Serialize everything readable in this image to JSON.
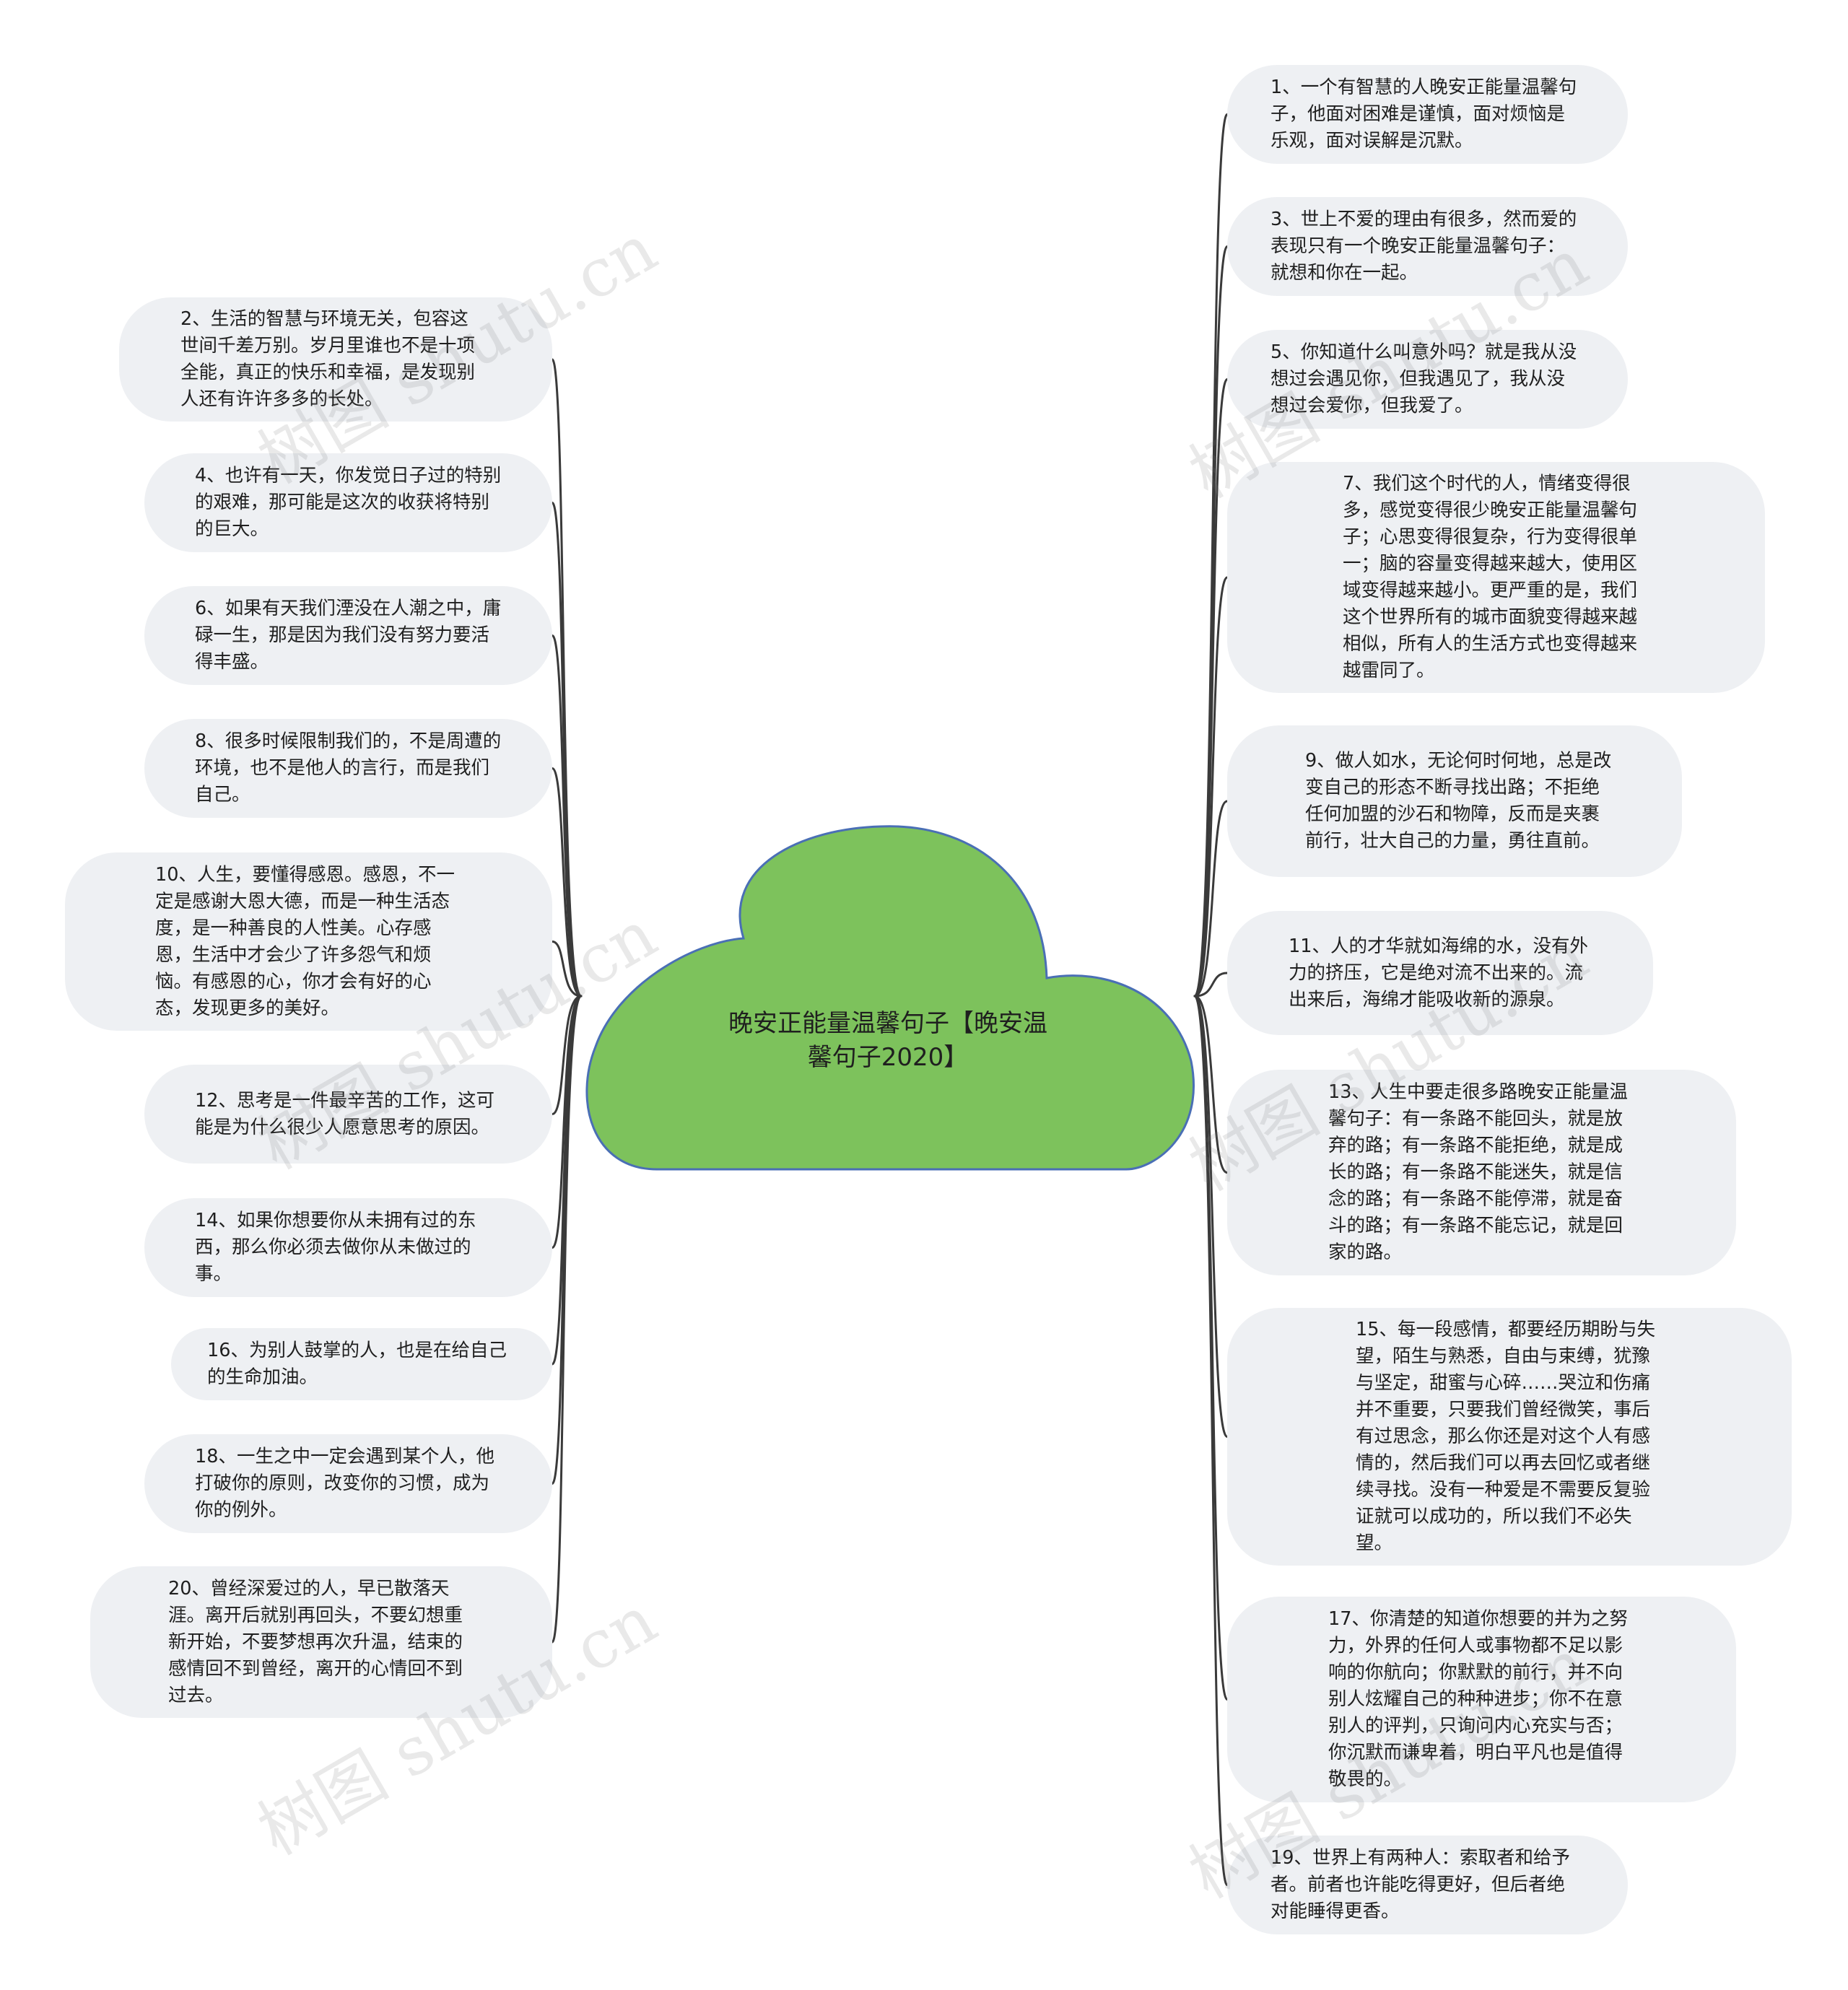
{
  "center": {
    "title": "晚安正能量温馨句子【晚安温馨句子2020】",
    "fill": "#7dc25c",
    "stroke": "#4a6fb5"
  },
  "colors": {
    "node_bg": "#eef0f3",
    "line": "#3a3a3a"
  },
  "watermark": "树图 shutu.cn",
  "left_nodes": [
    {
      "id": "n2",
      "text": "2、生活的智慧与环境无关，包容这世间千差万别。岁月里谁也不是十项全能，真正的快乐和幸福，是发现别人还有许许多多的长处。"
    },
    {
      "id": "n4",
      "text": "4、也许有一天，你发觉日子过的特别的艰难，那可能是这次的收获将特别的巨大。"
    },
    {
      "id": "n6",
      "text": "6、如果有天我们湮没在人潮之中，庸碌一生，那是因为我们没有努力要活得丰盛。"
    },
    {
      "id": "n8",
      "text": "8、很多时候限制我们的，不是周遭的环境，也不是他人的言行，而是我们自己。"
    },
    {
      "id": "n10",
      "text": "10、人生，要懂得感恩。感恩，不一定是感谢大恩大德，而是一种生活态度，是一种善良的人性美。心存感恩，生活中才会少了许多怨气和烦恼。有感恩的心，你才会有好的心态，发现更多的美好。"
    },
    {
      "id": "n12",
      "text": "12、思考是一件最辛苦的工作，这可能是为什么很少人愿意思考的原因。"
    },
    {
      "id": "n14",
      "text": "14、如果你想要你从未拥有过的东西，那么你必须去做你从未做过的事。"
    },
    {
      "id": "n16",
      "text": "16、为别人鼓掌的人，也是在给自己的生命加油。"
    },
    {
      "id": "n18",
      "text": "18、一生之中一定会遇到某个人，他打破你的原则，改变你的习惯，成为你的例外。"
    },
    {
      "id": "n20",
      "text": "20、曾经深爱过的人，早已散落天涯。离开后就别再回头，不要幻想重新开始，不要梦想再次升温，结束的感情回不到曾经，离开的心情回不到过去。"
    }
  ],
  "right_nodes": [
    {
      "id": "n1",
      "text": "1、一个有智慧的人晚安正能量温馨句子，他面对困难是谨慎，面对烦恼是乐观，面对误解是沉默。"
    },
    {
      "id": "n3",
      "text": "3、世上不爱的理由有很多，然而爱的表现只有一个晚安正能量温馨句子：就想和你在一起。"
    },
    {
      "id": "n5",
      "text": "5、你知道什么叫意外吗？就是我从没想过会遇见你，但我遇见了，我从没想过会爱你，但我爱了。"
    },
    {
      "id": "n7",
      "text": "7、我们这个时代的人，情绪变得很多，感觉变得很少晚安正能量温馨句子；心思变得很复杂，行为变得很单一；脑的容量变得越来越大，使用区域变得越来越小。更严重的是，我们这个世界所有的城市面貌变得越来越相似，所有人的生活方式也变得越来越雷同了。"
    },
    {
      "id": "n9",
      "text": "9、做人如水，无论何时何地，总是改变自己的形态不断寻找出路；不拒绝任何加盟的沙石和物障，反而是夹裹前行，壮大自己的力量，勇往直前。"
    },
    {
      "id": "n11",
      "text": "11、人的才华就如海绵的水，没有外力的挤压，它是绝对流不出来的。流出来后，海绵才能吸收新的源泉。"
    },
    {
      "id": "n13",
      "text": "13、人生中要走很多路晚安正能量温馨句子：有一条路不能回头，就是放弃的路；有一条路不能拒绝，就是成长的路；有一条路不能迷失，就是信念的路；有一条路不能停滞，就是奋斗的路；有一条路不能忘记，就是回家的路。"
    },
    {
      "id": "n15",
      "text": "15、每一段感情，都要经历期盼与失望，陌生与熟悉，自由与束缚，犹豫与坚定，甜蜜与心碎……哭泣和伤痛并不重要，只要我们曾经微笑，事后有过思念，那么你还是对这个人有感情的，然后我们可以再去回忆或者继续寻找。没有一种爱是不需要反复验证就可以成功的，所以我们不必失望。"
    },
    {
      "id": "n17",
      "text": "17、你清楚的知道你想要的并为之努力，外界的任何人或事物都不足以影响的你航向；你默默的前行，并不向别人炫耀自己的种种进步；你不在意别人的评判，只询问内心充实与否；你沉默而谦卑着，明白平凡也是值得敬畏的。"
    },
    {
      "id": "n19",
      "text": "19、世界上有两种人：索取者和给予者。前者也许能吃得更好，但后者绝对能睡得更香。"
    }
  ]
}
